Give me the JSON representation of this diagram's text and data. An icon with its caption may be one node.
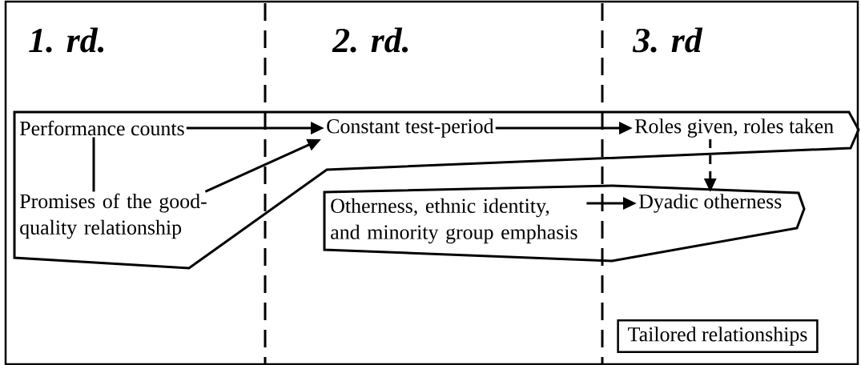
{
  "diagram": {
    "nodes": [
      {
        "text": [],
        "shape": "band"
      },
      {
        "text": [
          "Performance counts"
        ],
        "in": 0
      },
      {
        "text": [
          "Constant test-period"
        ],
        "in": 0
      },
      {
        "text": [
          "Roles given, roles taken"
        ],
        "in": 0
      },
      {
        "text": [
          "Promises of the good-quality relationship"
        ],
        "in": 0
      },
      {
        "text": [],
        "shape": "band"
      },
      {
        "text": [
          "Otherness, ethnic identity, and minority group emphasis"
        ],
        "in": 5
      },
      {
        "text": [
          "Dyadic otherness"
        ],
        "in": 5
      },
      {
        "text": [
          "Tailored relationships"
        ]
      }
    ],
    "edges": [
      {
        "from": 1,
        "to": 2,
        "arrow": "to"
      },
      {
        "from": 2,
        "to": 3,
        "arrow": "to"
      },
      {
        "from": 4,
        "to": 2,
        "arrow": "to"
      },
      {
        "from": 1,
        "to": 4,
        "arrow": "none"
      },
      {
        "from": 3,
        "to": 7,
        "arrow": "to",
        "style": "dashed"
      },
      {
        "from": 6,
        "to": 7,
        "arrow": "to"
      }
    ],
    "labels": [
      "1. rd.",
      "2. rd.",
      "3. rd"
    ]
  }
}
